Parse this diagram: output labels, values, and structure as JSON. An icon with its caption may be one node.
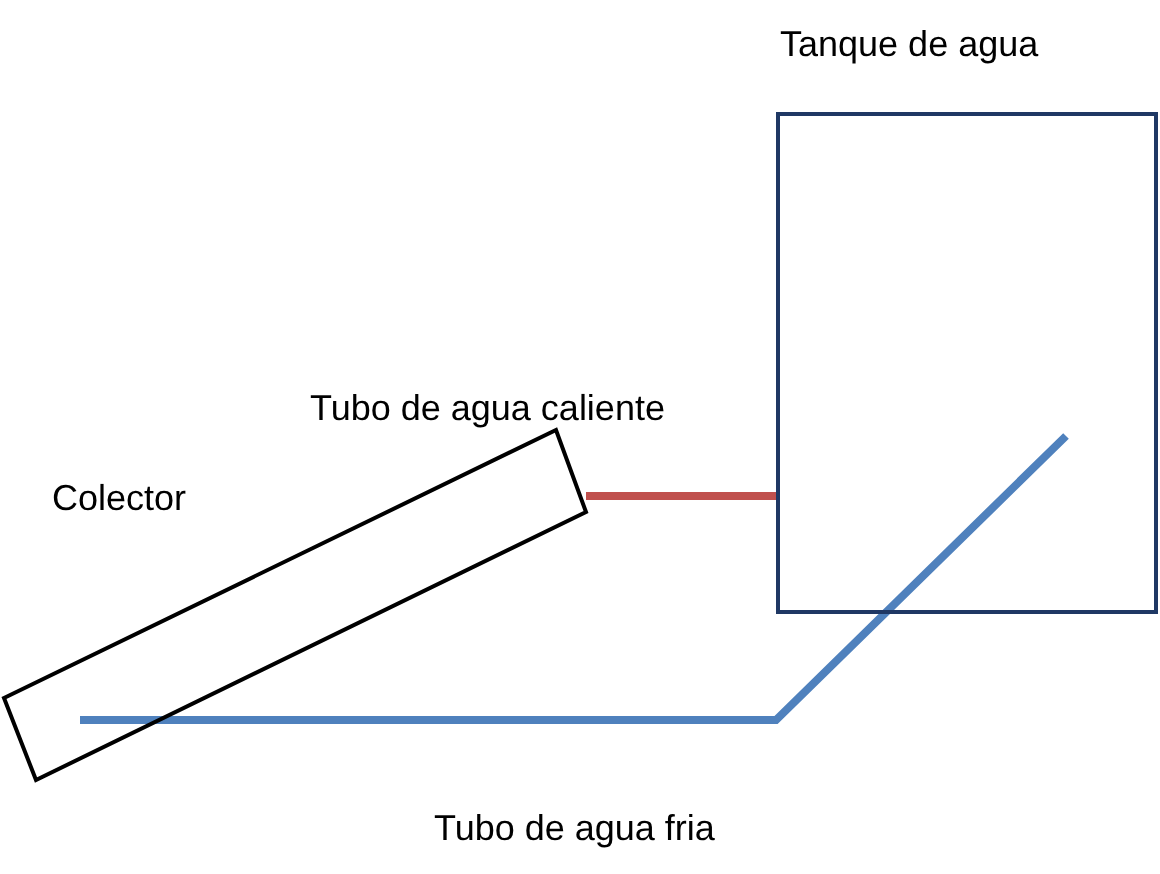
{
  "diagram": {
    "nodes": [
      {
        "text": [
          "Tanque de agua"
        ]
      },
      {
        "text": [
          "Colector"
        ]
      }
    ],
    "edges": [
      {
        "from": 1,
        "to": 0,
        "arrow": "none",
        "label": "Tubo de agua caliente",
        "color": "#c0504d"
      },
      {
        "from": 1,
        "to": 0,
        "arrow": "none",
        "label": "Tubo de agua fria",
        "color": "#4f81bd"
      }
    ]
  }
}
